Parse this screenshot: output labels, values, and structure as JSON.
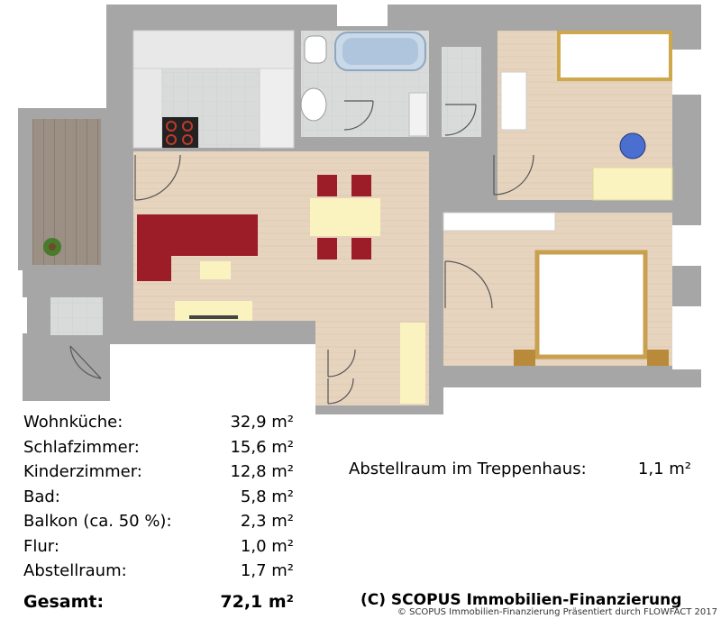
{
  "areas": [
    {
      "name": "Wohnküche:",
      "value": "32,9 m²"
    },
    {
      "name": "Schlafzimmer:",
      "value": "15,6 m²"
    },
    {
      "name": "Kinderzimmer:",
      "value": "12,8 m²"
    },
    {
      "name": "Bad:",
      "value": "5,8 m²"
    },
    {
      "name": "Balkon (ca. 50 %):",
      "value": "2,3 m²"
    },
    {
      "name": "Flur:",
      "value": "1,0 m²"
    },
    {
      "name": "Abstellraum:",
      "value": "1,7 m²"
    }
  ],
  "total": {
    "label": "Gesamt:",
    "value": "72,1 m²"
  },
  "extra": {
    "label": "Abstellraum im Treppenhaus:",
    "value": "1,1 m²"
  },
  "brand": "(C) SCOPUS Immobilien-Finanzierung",
  "credit": "© SCOPUS Immobilien-Finanzierung Präsentiert durch FLOWFACT 2017",
  "colors": {
    "wall": "#a6a6a6",
    "wood": "#e4d2bd",
    "tile": "#d7d9d9",
    "sofa": "#9c1c28",
    "table": "#faf3c0"
  }
}
